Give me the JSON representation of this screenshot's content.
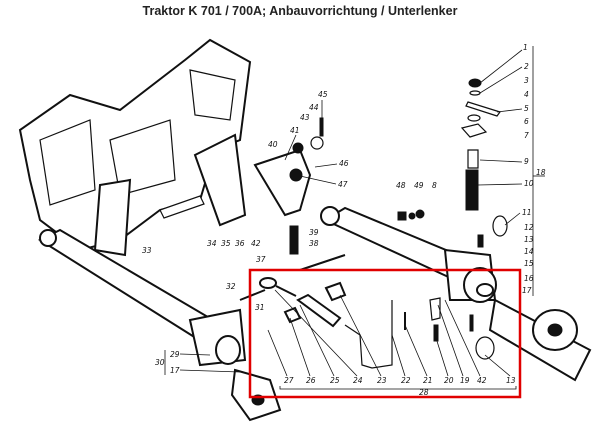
{
  "title": "Traktor K 701 / 700A; Anbauvorrichtung / Unterlenker",
  "highlight_color": "#e00000",
  "labels": {
    "right": [
      "1",
      "2",
      "3",
      "4",
      "5",
      "6",
      "7",
      "9",
      "10",
      "18",
      "11",
      "12",
      "13",
      "14",
      "15",
      "16",
      "17"
    ],
    "middle": [
      "45",
      "44",
      "43",
      "41",
      "40",
      "46",
      "47",
      "48",
      "49",
      "8",
      "34",
      "35",
      "36",
      "42",
      "39",
      "38",
      "37",
      "33",
      "32",
      "31",
      "29",
      "30",
      "17"
    ],
    "bottom": [
      "27",
      "26",
      "25",
      "24",
      "23",
      "22",
      "21",
      "20",
      "19",
      "42",
      "13",
      "28"
    ]
  }
}
